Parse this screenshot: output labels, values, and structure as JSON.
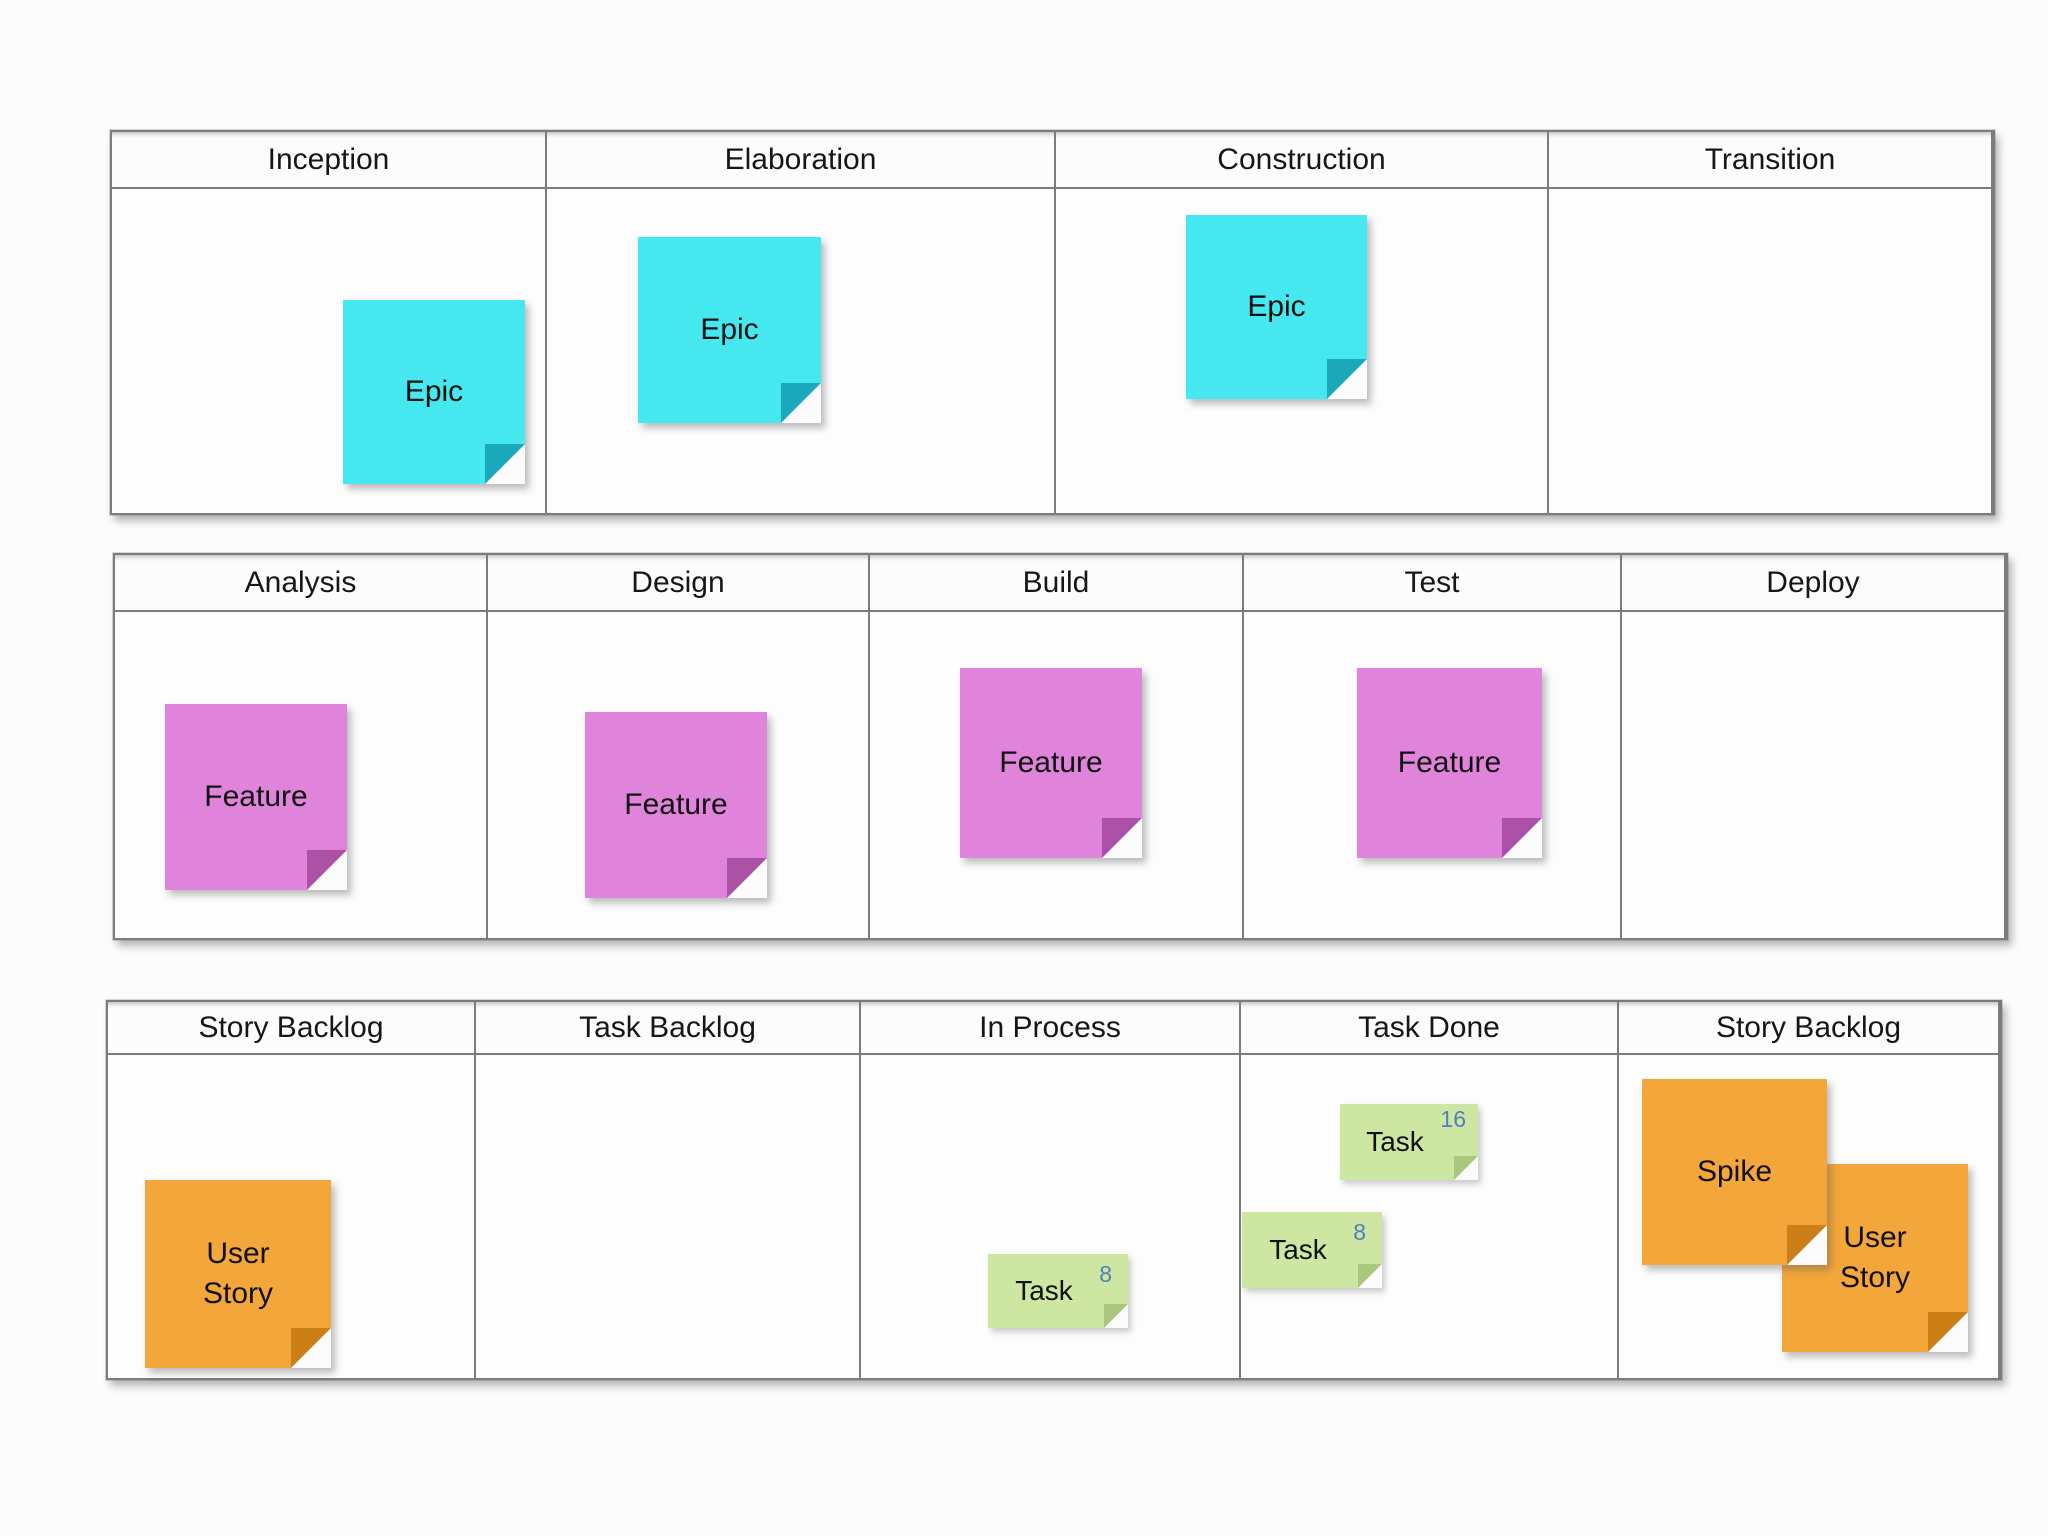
{
  "colors": {
    "vars": {
      "epic": "#46E8F0",
      "epic-fold": "#1AA9BA",
      "feature": "#E083DB",
      "feature-fold": "#AC52A6",
      "story": "#F3A63A",
      "story-fold": "#CC7F17",
      "task": "#CDE7A2",
      "task-fold": "#A9C77D",
      "points-text": "#4E81BC",
      "table-border": "#7C7C7C",
      "background": "#FCFCFC",
      "cut": "#FCFCFC"
    }
  },
  "boards": [
    {
      "name": "rup-phases",
      "columns": [
        {
          "title": "Inception"
        },
        {
          "title": "Elaboration"
        },
        {
          "title": "Construction"
        },
        {
          "title": "Transition"
        }
      ],
      "notes": [
        {
          "label": "Epic",
          "type": "epic",
          "column": "Inception"
        },
        {
          "label": "Epic",
          "type": "epic",
          "column": "Elaboration"
        },
        {
          "label": "Epic",
          "type": "epic",
          "column": "Construction"
        }
      ]
    },
    {
      "name": "feature-stages",
      "columns": [
        {
          "title": "Analysis"
        },
        {
          "title": "Design"
        },
        {
          "title": "Build"
        },
        {
          "title": "Test"
        },
        {
          "title": "Deploy"
        }
      ],
      "notes": [
        {
          "label": "Feature",
          "type": "feature",
          "column": "Analysis"
        },
        {
          "label": "Feature",
          "type": "feature",
          "column": "Design"
        },
        {
          "label": "Feature",
          "type": "feature",
          "column": "Build"
        },
        {
          "label": "Feature",
          "type": "feature",
          "column": "Test"
        }
      ]
    },
    {
      "name": "task-kanban",
      "columns": [
        {
          "title": "Story Backlog"
        },
        {
          "title": "Task Backlog"
        },
        {
          "title": "In Process"
        },
        {
          "title": "Task Done"
        },
        {
          "title": "Story Backlog"
        }
      ],
      "notes": [
        {
          "label": "User Story",
          "type": "story",
          "column": "Story Backlog"
        },
        {
          "label": "Task",
          "points": "8",
          "type": "task",
          "column": "In Process"
        },
        {
          "label": "Task",
          "points": "16",
          "type": "task",
          "column": "Task Done"
        },
        {
          "label": "Task",
          "points": "8",
          "type": "task",
          "column": "Task Done"
        },
        {
          "label": "Spike",
          "type": "story",
          "column": "Story Backlog"
        },
        {
          "label": "User Story",
          "type": "story",
          "column": "Story Backlog"
        }
      ]
    }
  ]
}
